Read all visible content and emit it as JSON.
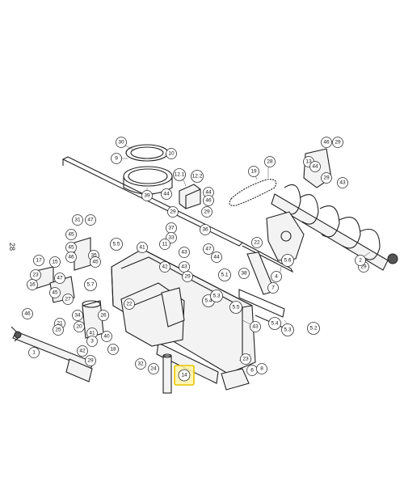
{
  "page": {
    "number": "28"
  },
  "highlight": {
    "label": "14",
    "color": "#f2d21b"
  },
  "callouts": [
    {
      "label": "30"
    },
    {
      "label": "9"
    },
    {
      "label": "10"
    },
    {
      "label": "39"
    },
    {
      "label": "12.1"
    },
    {
      "label": "12.2"
    },
    {
      "label": "44"
    },
    {
      "label": "44"
    },
    {
      "label": "46"
    },
    {
      "label": "29"
    },
    {
      "label": "29"
    },
    {
      "label": "36"
    },
    {
      "label": "37"
    },
    {
      "label": "33"
    },
    {
      "label": "11"
    },
    {
      "label": "43"
    },
    {
      "label": "44"
    },
    {
      "label": "47"
    },
    {
      "label": "42"
    },
    {
      "label": "43"
    },
    {
      "label": "29"
    },
    {
      "label": "5.5"
    },
    {
      "label": "41"
    },
    {
      "label": "31"
    },
    {
      "label": "47"
    },
    {
      "label": "45"
    },
    {
      "label": "45"
    },
    {
      "label": "46"
    },
    {
      "label": "35"
    },
    {
      "label": "45"
    },
    {
      "label": "15"
    },
    {
      "label": "17"
    },
    {
      "label": "23"
    },
    {
      "label": "16"
    },
    {
      "label": "47"
    },
    {
      "label": "45"
    },
    {
      "label": "27"
    },
    {
      "label": "5.7"
    },
    {
      "label": "34"
    },
    {
      "label": "26"
    },
    {
      "label": "20"
    },
    {
      "label": "21"
    },
    {
      "label": "46"
    },
    {
      "label": "1"
    },
    {
      "label": "25"
    },
    {
      "label": "42"
    },
    {
      "label": "29"
    },
    {
      "label": "41"
    },
    {
      "label": "3"
    },
    {
      "label": "40"
    },
    {
      "label": "18"
    },
    {
      "label": "32"
    },
    {
      "label": "22"
    },
    {
      "label": "24"
    },
    {
      "label": "14"
    },
    {
      "label": "5.4"
    },
    {
      "label": "5.5"
    },
    {
      "label": "5.3"
    },
    {
      "label": "5.1"
    },
    {
      "label": "28"
    },
    {
      "label": "19"
    },
    {
      "label": "13"
    },
    {
      "label": "46"
    },
    {
      "label": "29"
    },
    {
      "label": "44"
    },
    {
      "label": "43"
    },
    {
      "label": "29"
    },
    {
      "label": "4"
    },
    {
      "label": "29"
    },
    {
      "label": "2"
    },
    {
      "label": "22"
    },
    {
      "label": "38"
    },
    {
      "label": "5.6"
    },
    {
      "label": "7"
    },
    {
      "label": "5.2"
    },
    {
      "label": "5.4"
    },
    {
      "label": "5.3"
    },
    {
      "label": "43"
    },
    {
      "label": "23"
    },
    {
      "label": "6"
    },
    {
      "label": "8"
    }
  ]
}
